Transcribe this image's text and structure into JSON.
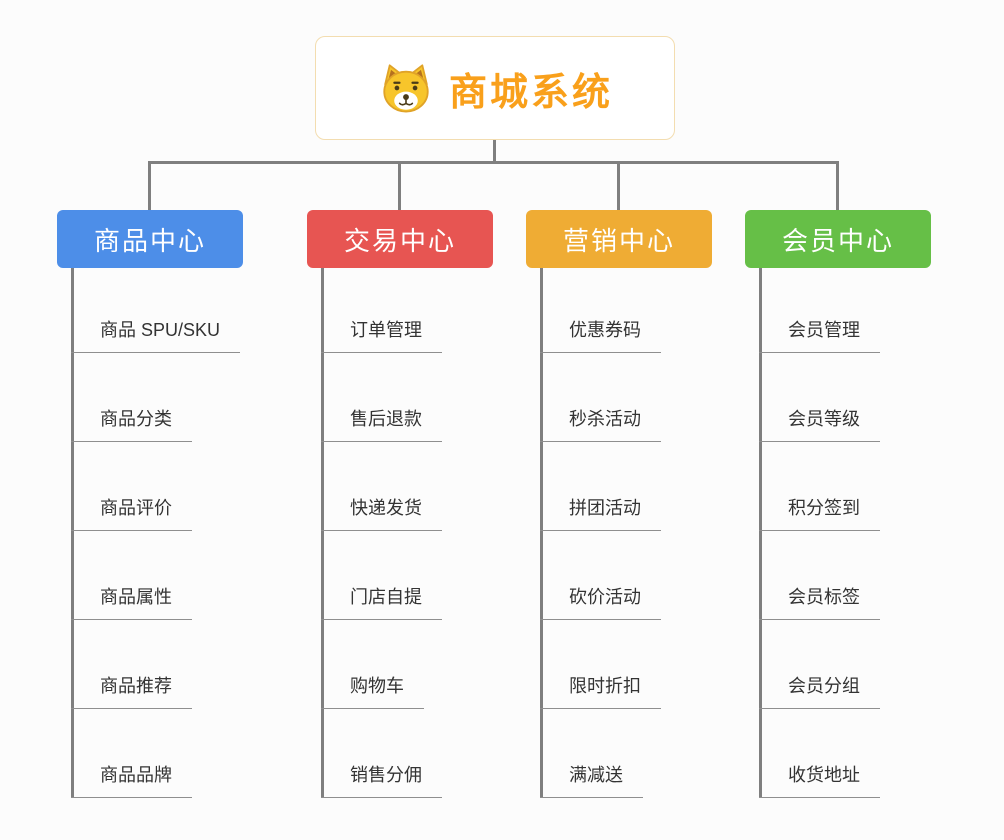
{
  "root": {
    "title": "商城系统",
    "icon": "dog-icon"
  },
  "colors": {
    "root_title": "#F9A01B",
    "root_border": "#F3DDB0",
    "connector_line": "#7F7F7F",
    "child_underline": "#8F8F8F",
    "child_text": "#333333",
    "background": "#FCFCFC"
  },
  "branches": [
    {
      "label": "商品中心",
      "color": "#4D8EE8",
      "items": [
        "商品 SPU/SKU",
        "商品分类",
        "商品评价",
        "商品属性",
        "商品推荐",
        "商品品牌"
      ]
    },
    {
      "label": "交易中心",
      "color": "#E75552",
      "items": [
        "订单管理",
        "售后退款",
        "快递发货",
        "门店自提",
        "购物车",
        "销售分佣"
      ]
    },
    {
      "label": "营销中心",
      "color": "#EFAC34",
      "items": [
        "优惠券码",
        "秒杀活动",
        "拼团活动",
        "砍价活动",
        "限时折扣",
        "满减送"
      ]
    },
    {
      "label": "会员中心",
      "color": "#66BF47",
      "items": [
        "会员管理",
        "会员等级",
        "积分签到",
        "会员标签",
        "会员分组",
        "收货地址"
      ]
    }
  ]
}
